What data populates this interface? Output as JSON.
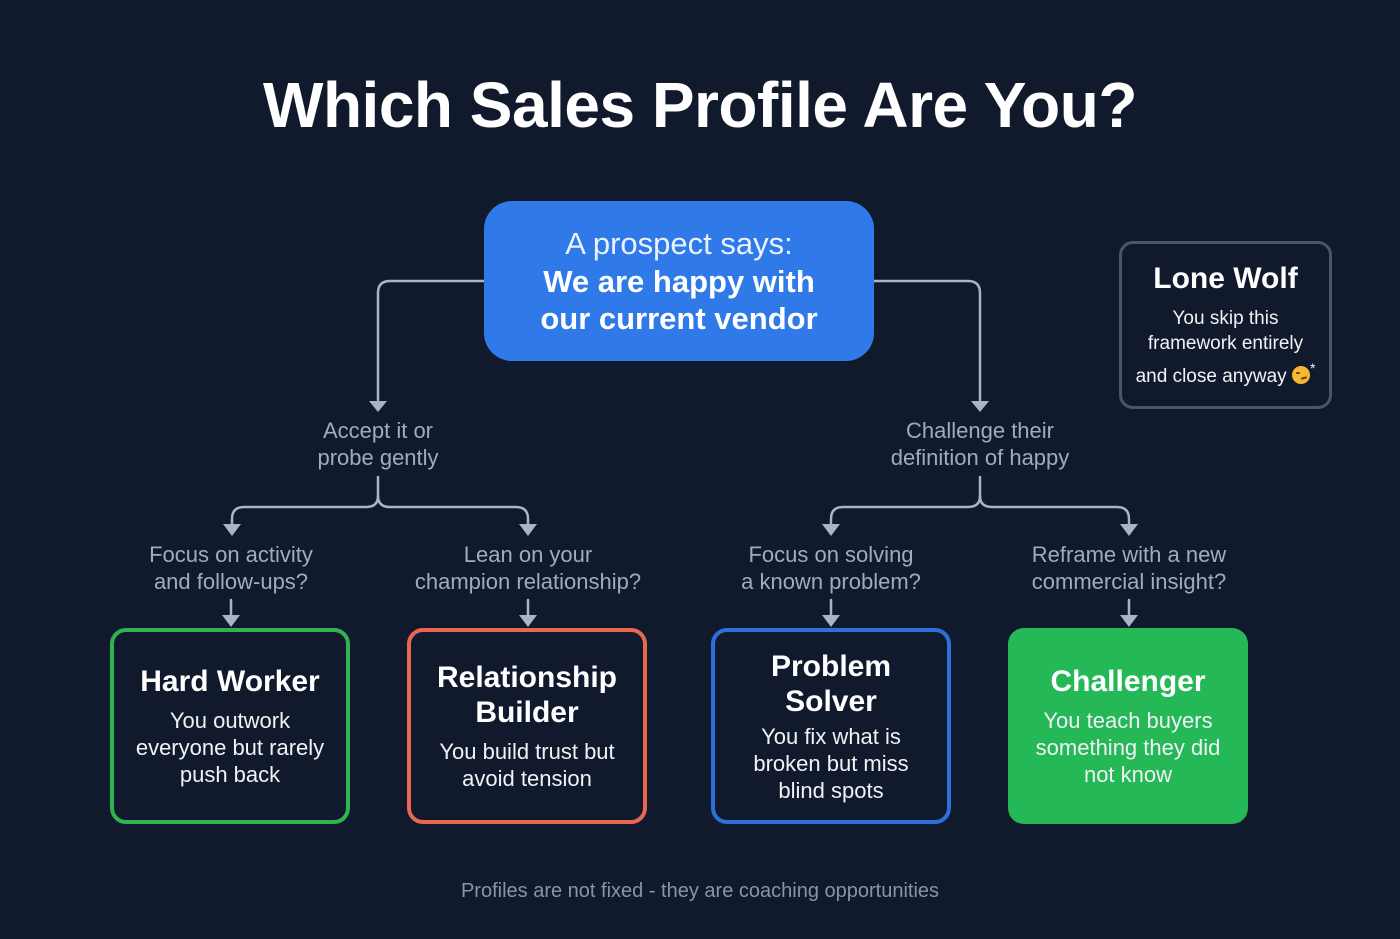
{
  "title": "Which Sales Profile Are You?",
  "root": {
    "prefix": "A prospect says:",
    "quote_line1": "We are happy with",
    "quote_line2": "our current vendor",
    "color": "#2f7ae8"
  },
  "aside": {
    "title": "Lone Wolf",
    "line1": "You skip this",
    "line2": "framework entirely",
    "line3": "and close anyway",
    "emoji": "smirk-face",
    "footnote_mark": "*"
  },
  "branches": [
    {
      "label_line1": "Accept it or",
      "label_line2": "probe gently",
      "options": [
        {
          "question_line1": "Focus on activity",
          "question_line2": "and follow-ups?",
          "profile": {
            "title_line1": "Hard Worker",
            "title_line2": "",
            "desc_line1": "You outwork",
            "desc_line2": "everyone but rarely",
            "desc_line3": "push back",
            "color": "#2fb350",
            "filled": false
          }
        },
        {
          "question_line1": "Lean on your",
          "question_line2": "champion relationship?",
          "profile": {
            "title_line1": "Relationship",
            "title_line2": "Builder",
            "desc_line1": "You build trust but",
            "desc_line2": "avoid tension",
            "desc_line3": "",
            "color": "#e8674f",
            "filled": false
          }
        }
      ]
    },
    {
      "label_line1": "Challenge their",
      "label_line2": "definition of happy",
      "options": [
        {
          "question_line1": "Focus on solving",
          "question_line2": "a known problem?",
          "profile": {
            "title_line1": "Problem",
            "title_line2": "Solver",
            "desc_line1": "You fix what is",
            "desc_line2": "broken but miss",
            "desc_line3": "blind spots",
            "color": "#2f6fdc",
            "filled": false
          }
        },
        {
          "question_line1": "Reframe with a new",
          "question_line2": "commercial insight?",
          "profile": {
            "title_line1": "Challenger",
            "title_line2": "",
            "desc_line1": "You teach buyers",
            "desc_line2": "something they did",
            "desc_line3": "not know",
            "color": "#25b856",
            "filled": true
          }
        }
      ]
    }
  ],
  "footer": "Profiles are not fixed - they are coaching opportunities",
  "colors": {
    "background": "#111a2d",
    "connector": "#a9b4c8",
    "muted_text": "#9eabc2"
  }
}
